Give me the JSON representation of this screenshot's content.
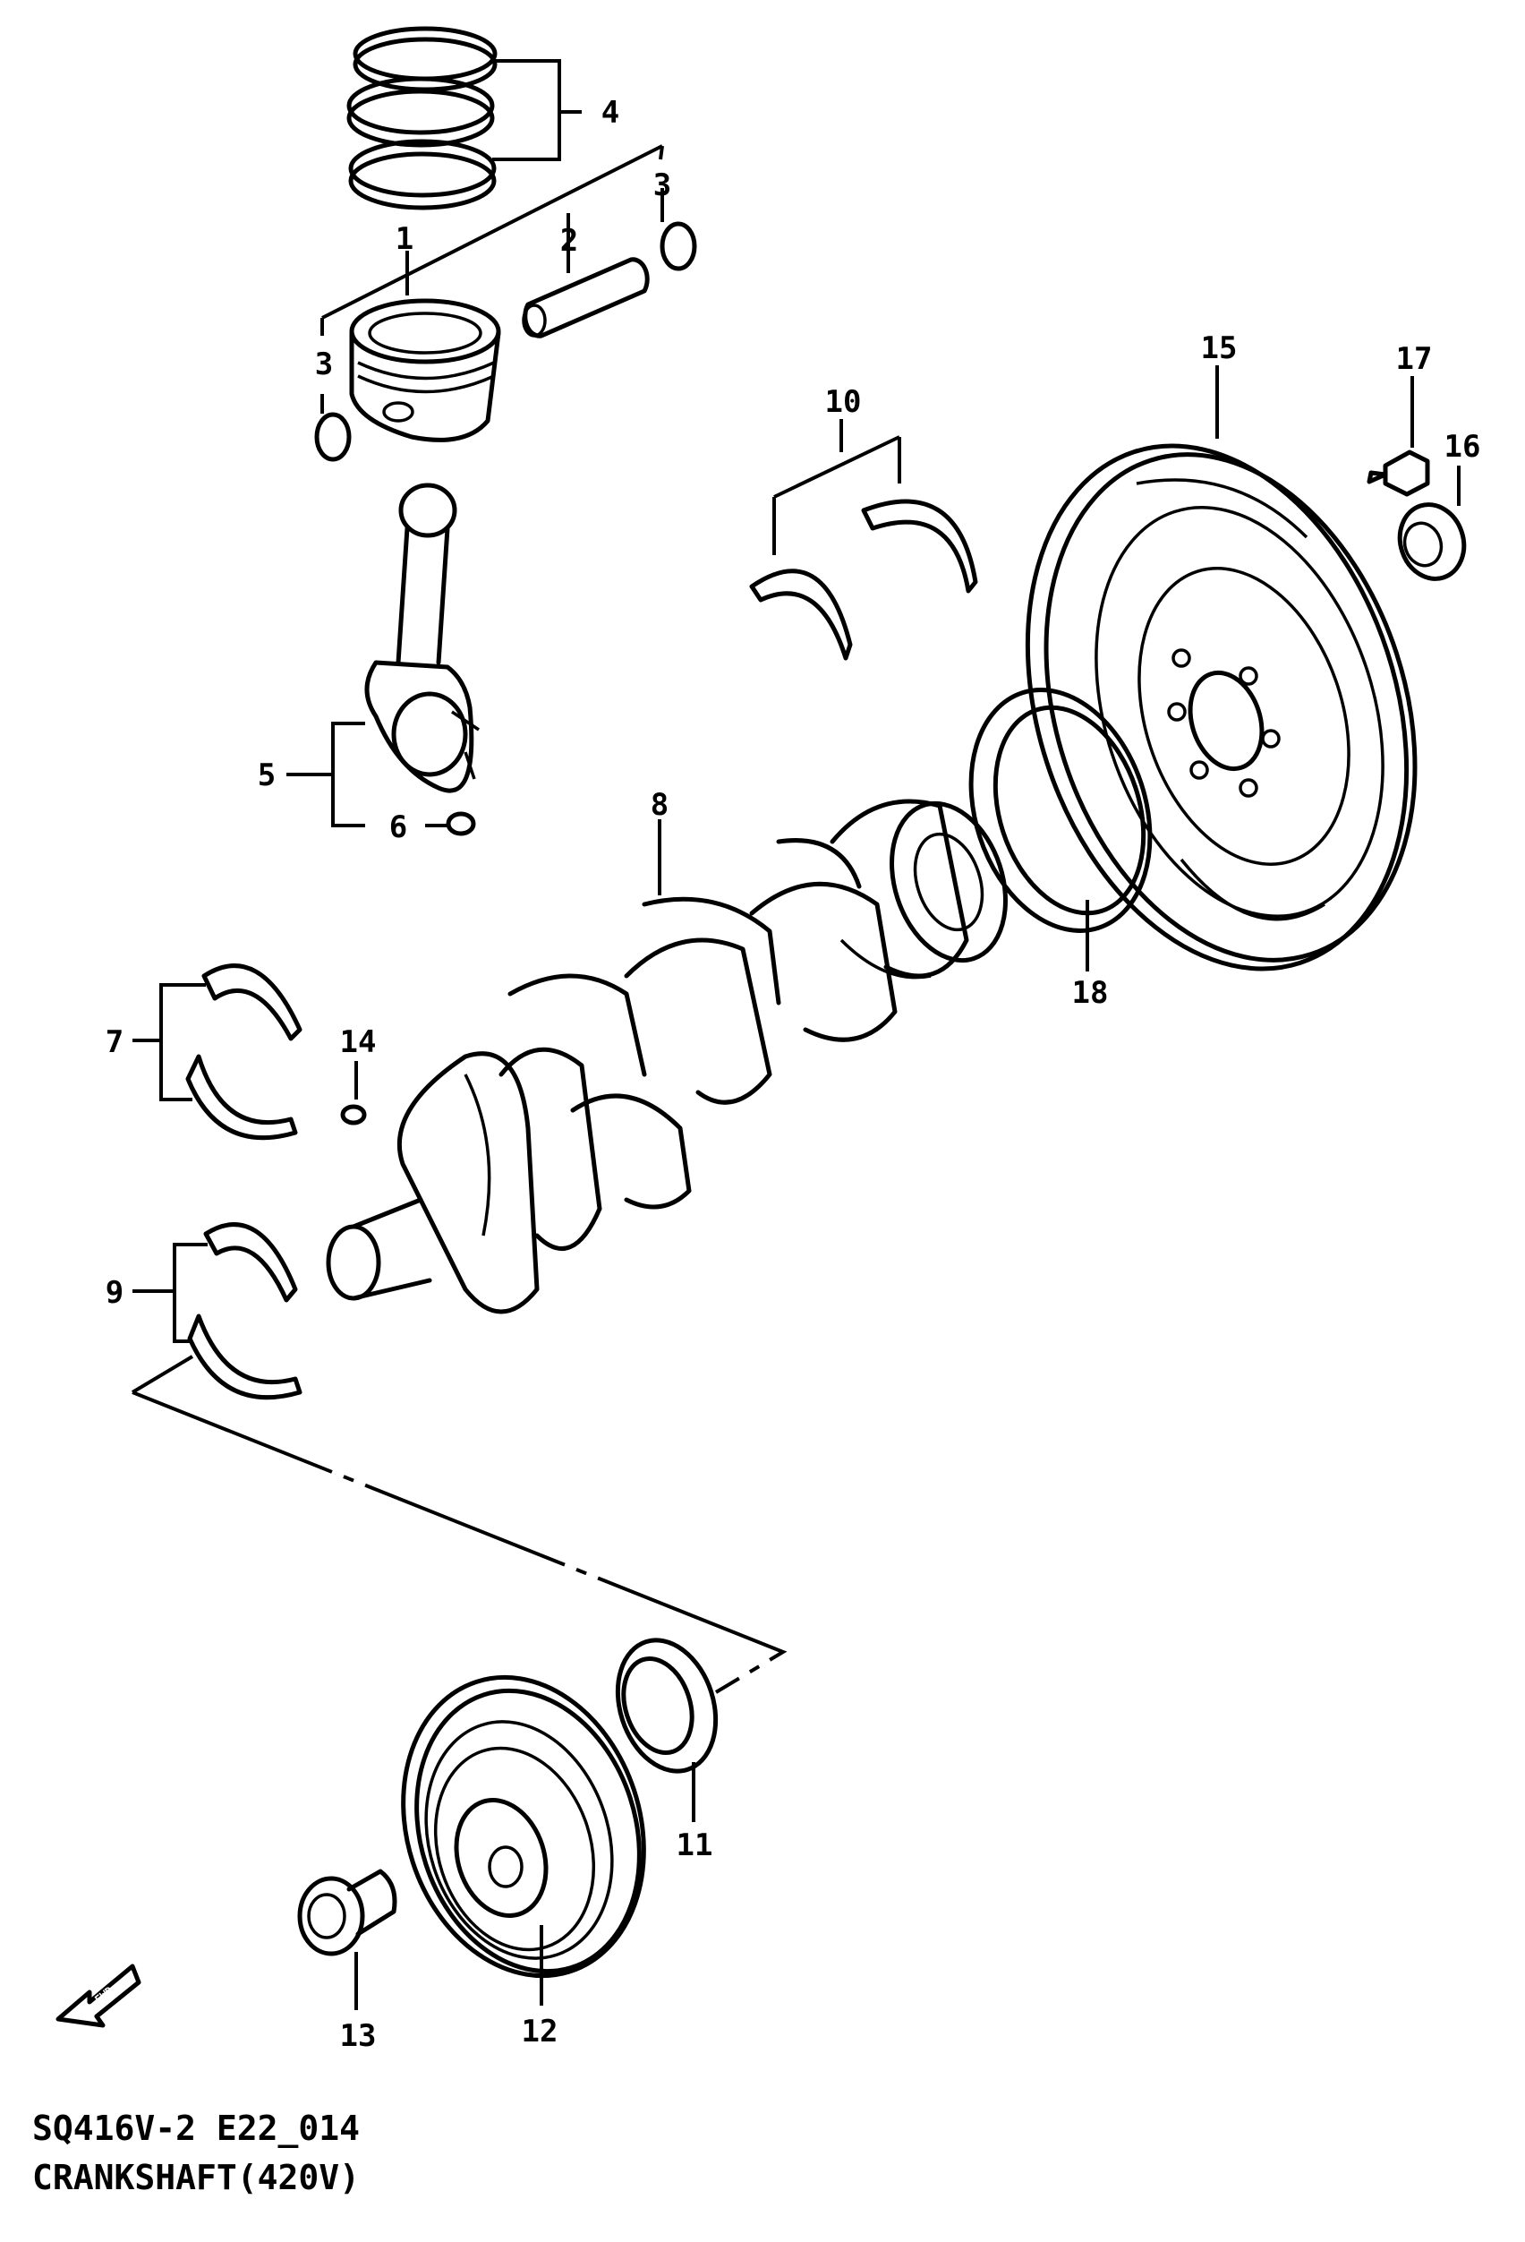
{
  "callouts": {
    "c1": "1",
    "c2": "2",
    "c3a": "3",
    "c3b": "3",
    "c4": "4",
    "c5": "5",
    "c6": "6",
    "c7": "7",
    "c8": "8",
    "c9": "9",
    "c10": "10",
    "c11": "11",
    "c12": "12",
    "c13": "13",
    "c14": "14",
    "c15": "15",
    "c16": "16",
    "c17": "17",
    "c18": "18"
  },
  "footer": {
    "diagram_code": "SQ416V-2 E22_014",
    "title": "CRANKSHAFT(420V)"
  },
  "front_arrow": {
    "label": "FWD"
  }
}
